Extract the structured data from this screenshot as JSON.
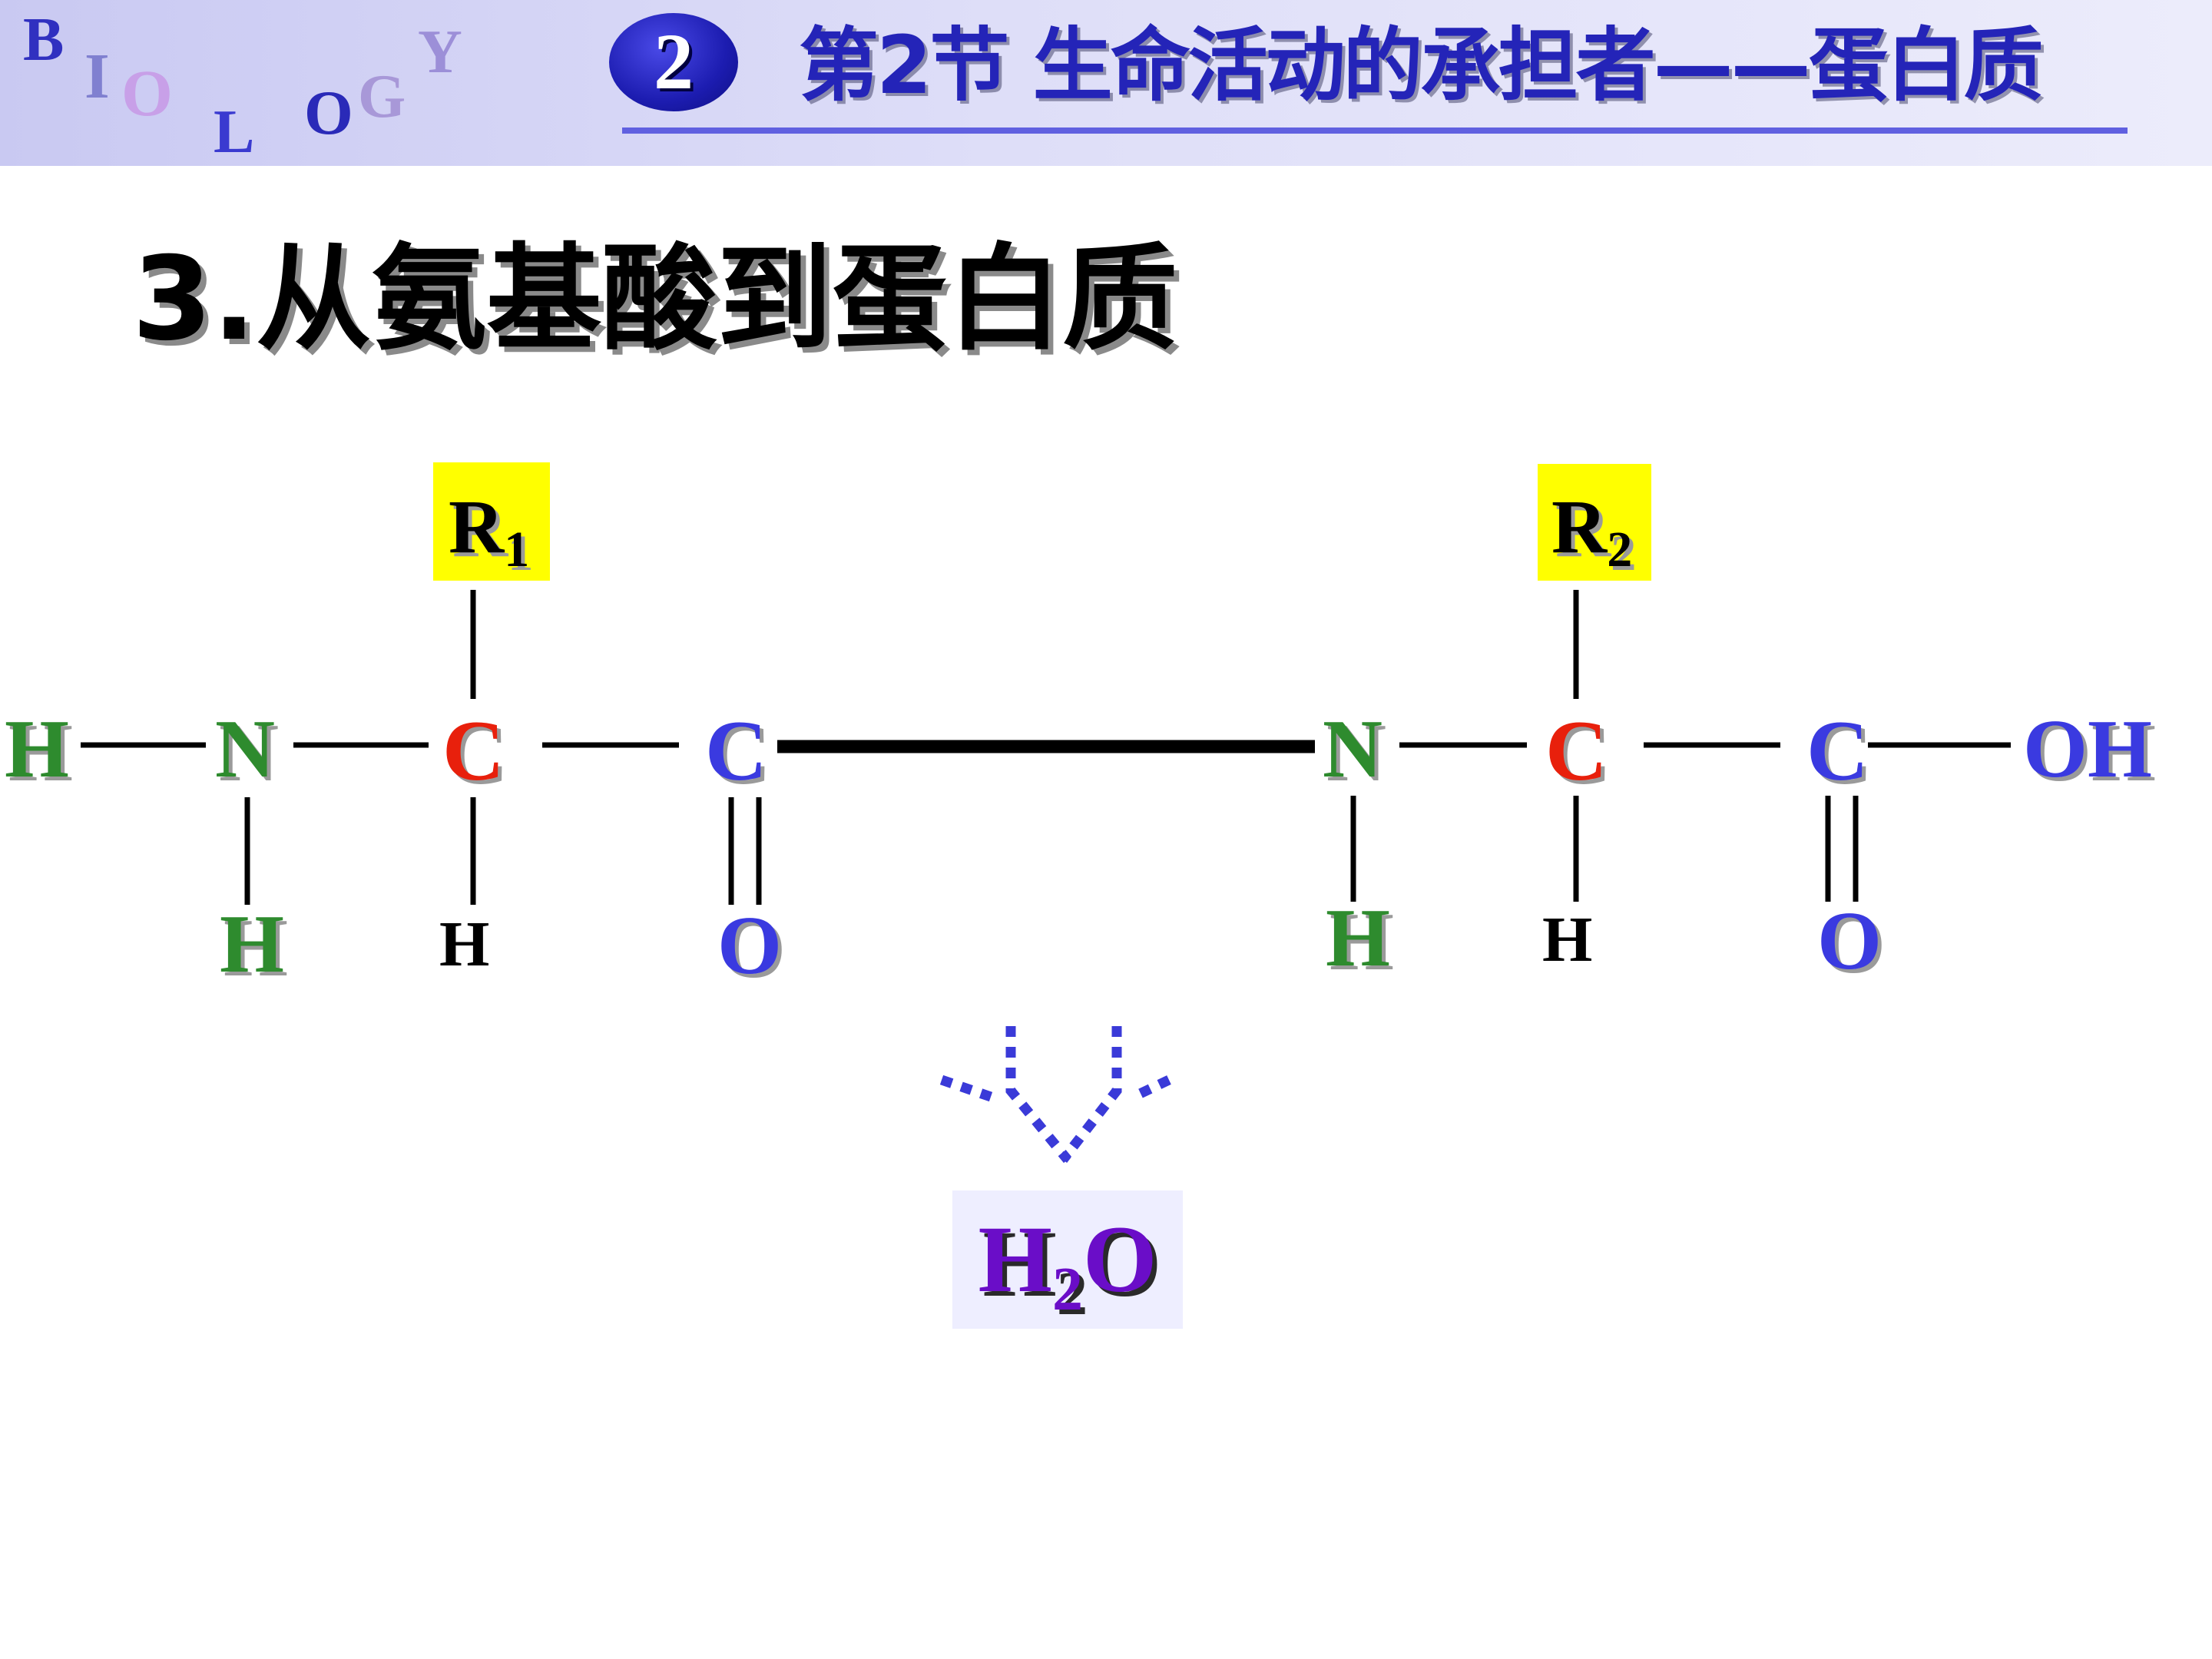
{
  "header": {
    "logo_letters": [
      "B",
      "I",
      "O",
      "L",
      "O",
      "G",
      "Y"
    ],
    "chapter_number": "2",
    "title": "第2节 生命活动的承担者——蛋白质"
  },
  "slide_title": "3.从氨基酸到蛋白质",
  "diagram": {
    "amino_acid_1": {
      "r_group": {
        "symbol": "R",
        "subscript": "1"
      },
      "amino_h": "H",
      "amino_n": "N",
      "amino_h_bottom": "H",
      "alpha_c": "C",
      "alpha_h": "H",
      "carboxyl_c": "C",
      "carboxyl_o": "O"
    },
    "amino_acid_2": {
      "r_group": {
        "symbol": "R",
        "subscript": "2"
      },
      "amino_n": "N",
      "amino_h_bottom": "H",
      "alpha_c": "C",
      "alpha_h": "H",
      "carboxyl_c": "C",
      "carboxyl_o": "O",
      "carboxyl_oh": "OH"
    },
    "released_water": {
      "main": "H",
      "subscript": "2",
      "tail": "O"
    },
    "colors": {
      "hydrogen_amino": "#2e8b2e",
      "nitrogen": "#2e8b2e",
      "alpha_carbon": "#e8200c",
      "carboxyl": "#3a3ae0",
      "water": "#6a0dc8",
      "r_highlight": "#ffff00",
      "arrow": "#3a3ad8"
    }
  }
}
